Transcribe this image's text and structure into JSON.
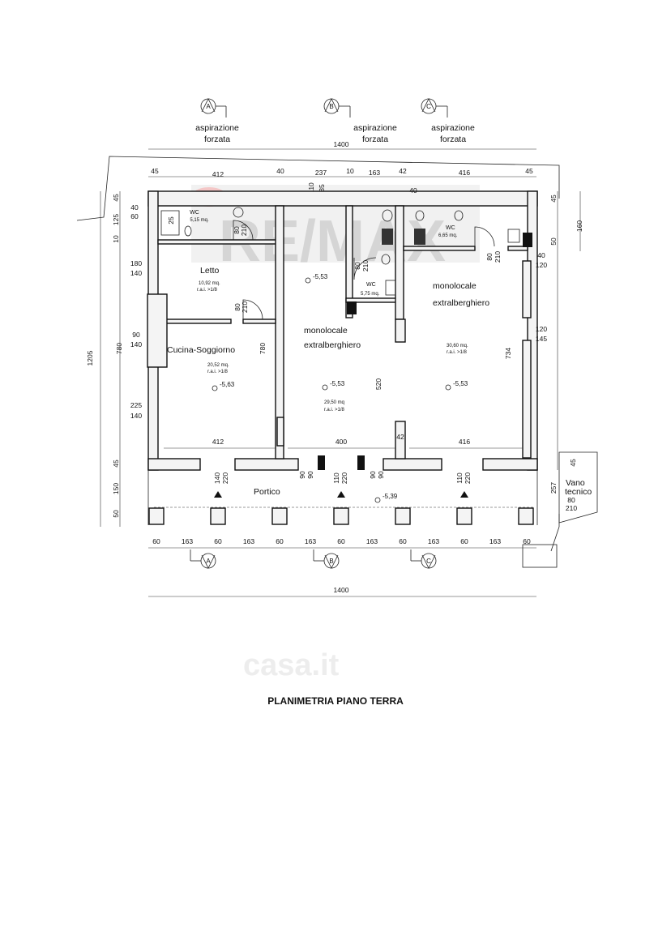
{
  "caption": "PLANIMETRIA PIANO TERRA",
  "watermarks": {
    "remax": "RE/MAX",
    "casa": "casa.it"
  },
  "section_markers": [
    "A",
    "B",
    "C"
  ],
  "aspiration": {
    "line1": "aspirazione",
    "line2": "forzata"
  },
  "rooms": {
    "wc1": {
      "name": "WC",
      "area": "5,15 mq."
    },
    "letto": {
      "name": "Letto",
      "area": "10,92 mq.",
      "rai": "r.a.i. >1/8"
    },
    "cucina": {
      "name": "Cucina-Soggiorno",
      "area": "20,52 mq.",
      "rai": "r.a.i. >1/8"
    },
    "mono1": {
      "line1": "monolocale",
      "line2": "extralberghiero",
      "area": "29,50 mq",
      "rai": "r.a.i. >1/8"
    },
    "wc2": {
      "name": "WC",
      "area": "5,75 mq."
    },
    "wc3": {
      "name": "WC",
      "area": "6,65 mq."
    },
    "mono2": {
      "line1": "monolocale",
      "line2": "extralberghiero",
      "area": "30,60 mq.",
      "rai": "r.a.i. >1/8"
    },
    "portico": {
      "name": "Portico"
    },
    "vano": {
      "line1": "Vano",
      "line2": "tecnico"
    }
  },
  "levels": {
    "l1": "-5,53",
    "l2": "-5,63",
    "l3": "-5,53",
    "l4": "-5,53",
    "l5": "-5,39"
  },
  "dims": {
    "total_top": "1400",
    "total_bottom": "1400",
    "height_total": "1205",
    "top_row": [
      "45",
      "412",
      "40",
      "237",
      "10",
      "163",
      "42",
      "416",
      "45"
    ],
    "d110": "110",
    "d85": "85",
    "left_col": [
      "45",
      "125",
      "10",
      "180",
      "140",
      "90",
      "140",
      "225",
      "140",
      "45",
      "150",
      "50"
    ],
    "left_40": "40",
    "left_60": "60",
    "wc1_25": "25",
    "wc1_80": "80",
    "wc1_210": "210",
    "letto_80": "80",
    "letto_210": "210",
    "cucina_780": "780",
    "cucina_780b": "780",
    "mono1_520": "520",
    "mono1_42": "42",
    "wc2_80": "80",
    "wc2_210": "210",
    "wc3_40": "40",
    "mono2_80": "80",
    "mono2_210": "210",
    "right_col": [
      "45",
      "160",
      "50",
      "40",
      "120",
      "120",
      "145",
      "734"
    ],
    "bottom_412": "412",
    "bottom_400": "400",
    "bottom_416": "416",
    "door_pairs": [
      "140",
      "220",
      "90",
      "90",
      "110",
      "220",
      "90",
      "90",
      "110",
      "220"
    ],
    "right_257": "257",
    "vano_45": "45",
    "vano_80": "80",
    "vano_210": "210",
    "bottom_row": [
      "60",
      "163",
      "60",
      "163",
      "60",
      "163",
      "60",
      "163",
      "60",
      "163",
      "60",
      "163",
      "60"
    ]
  }
}
